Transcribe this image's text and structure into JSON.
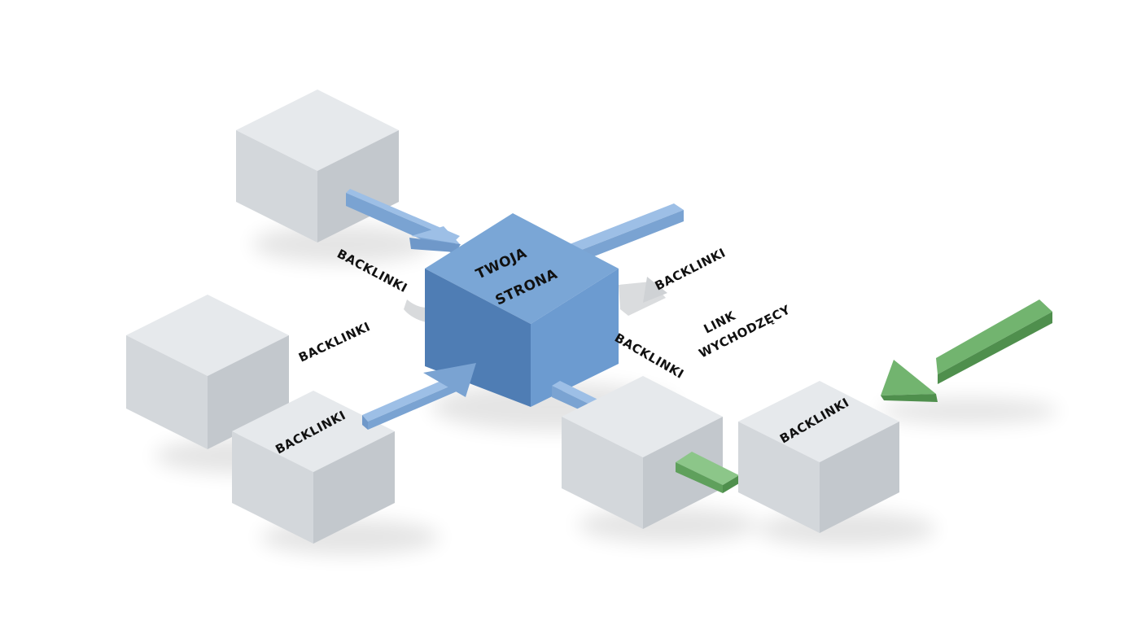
{
  "colors": {
    "background": "#ffffff",
    "center_top": "#7aa6d6",
    "center_front": "#4f7db4",
    "center_side": "#6c9bd0",
    "box_top": "#e6e9ec",
    "box_front": "#d3d7db",
    "box_side": "#c3c8cd",
    "arrow_blue": "#7aa3d2",
    "arrow_blue_dark": "#5a83b6",
    "arrow_green": "#72b46f",
    "arrow_green_dark": "#4f8f4d",
    "arrow_gray": "#d5d7d9"
  },
  "diagram": {
    "center": {
      "label_line1": "TWOJA",
      "label_line2": "STRONA"
    },
    "labels": {
      "backlinki_upper_left": "BACKLINKI",
      "backlinki_mid_left": "BACKLINKI",
      "backlinki_lower_box": "BACKLINKI",
      "backlinki_right_upper": "BACKLINKI",
      "backlinki_right_mid": "BACKLINKI",
      "backlinki_far_right_box": "BACKLINKI",
      "outbound_line1": "LINK",
      "outbound_line2": "WYCHODZĘCY"
    }
  }
}
